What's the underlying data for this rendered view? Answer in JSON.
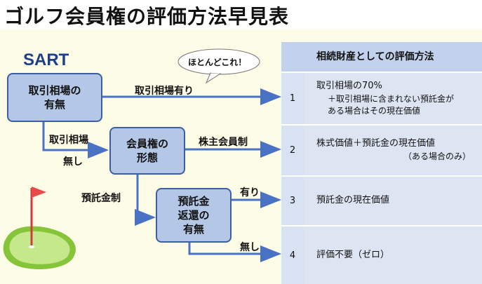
{
  "title": "ゴルフ会員権の評価方法早見表",
  "logo": "SART",
  "bubble": "ほとんどこれ！",
  "boxes": {
    "market": [
      "取引相場の",
      "有無"
    ],
    "form": [
      "会員権の",
      "形態"
    ],
    "deposit": [
      "預託金",
      "返還の",
      "有無"
    ]
  },
  "edges": {
    "market_yes": "取引相場有り",
    "market_no_1": "取引相場",
    "market_no_2": "無し",
    "shareholder": "株主会員制",
    "deposit_system": "預託金制",
    "refund_yes": "有り",
    "refund_no": "無し"
  },
  "table": {
    "header": "相続財産としての評価方法",
    "rows": [
      {
        "num": "1",
        "lines": [
          "取引相場の70%",
          "＋取引相場に含まれない預託金が",
          "ある場合はその現在価値"
        ]
      },
      {
        "num": "2",
        "lines": [
          "株式価値＋預託金の現在価値",
          "（ある場合のみ）"
        ]
      },
      {
        "num": "3",
        "lines": [
          "預託金の現在価値"
        ]
      },
      {
        "num": "4",
        "lines": [
          "評価不要（ゼロ）"
        ]
      }
    ]
  },
  "colors": {
    "box_fill": "#b4c7e7",
    "box_border": "#3d5f9e",
    "arrow": "#4a72c4",
    "title_bar_bg": "#ffffff",
    "page_bg": "#fdfce6"
  }
}
